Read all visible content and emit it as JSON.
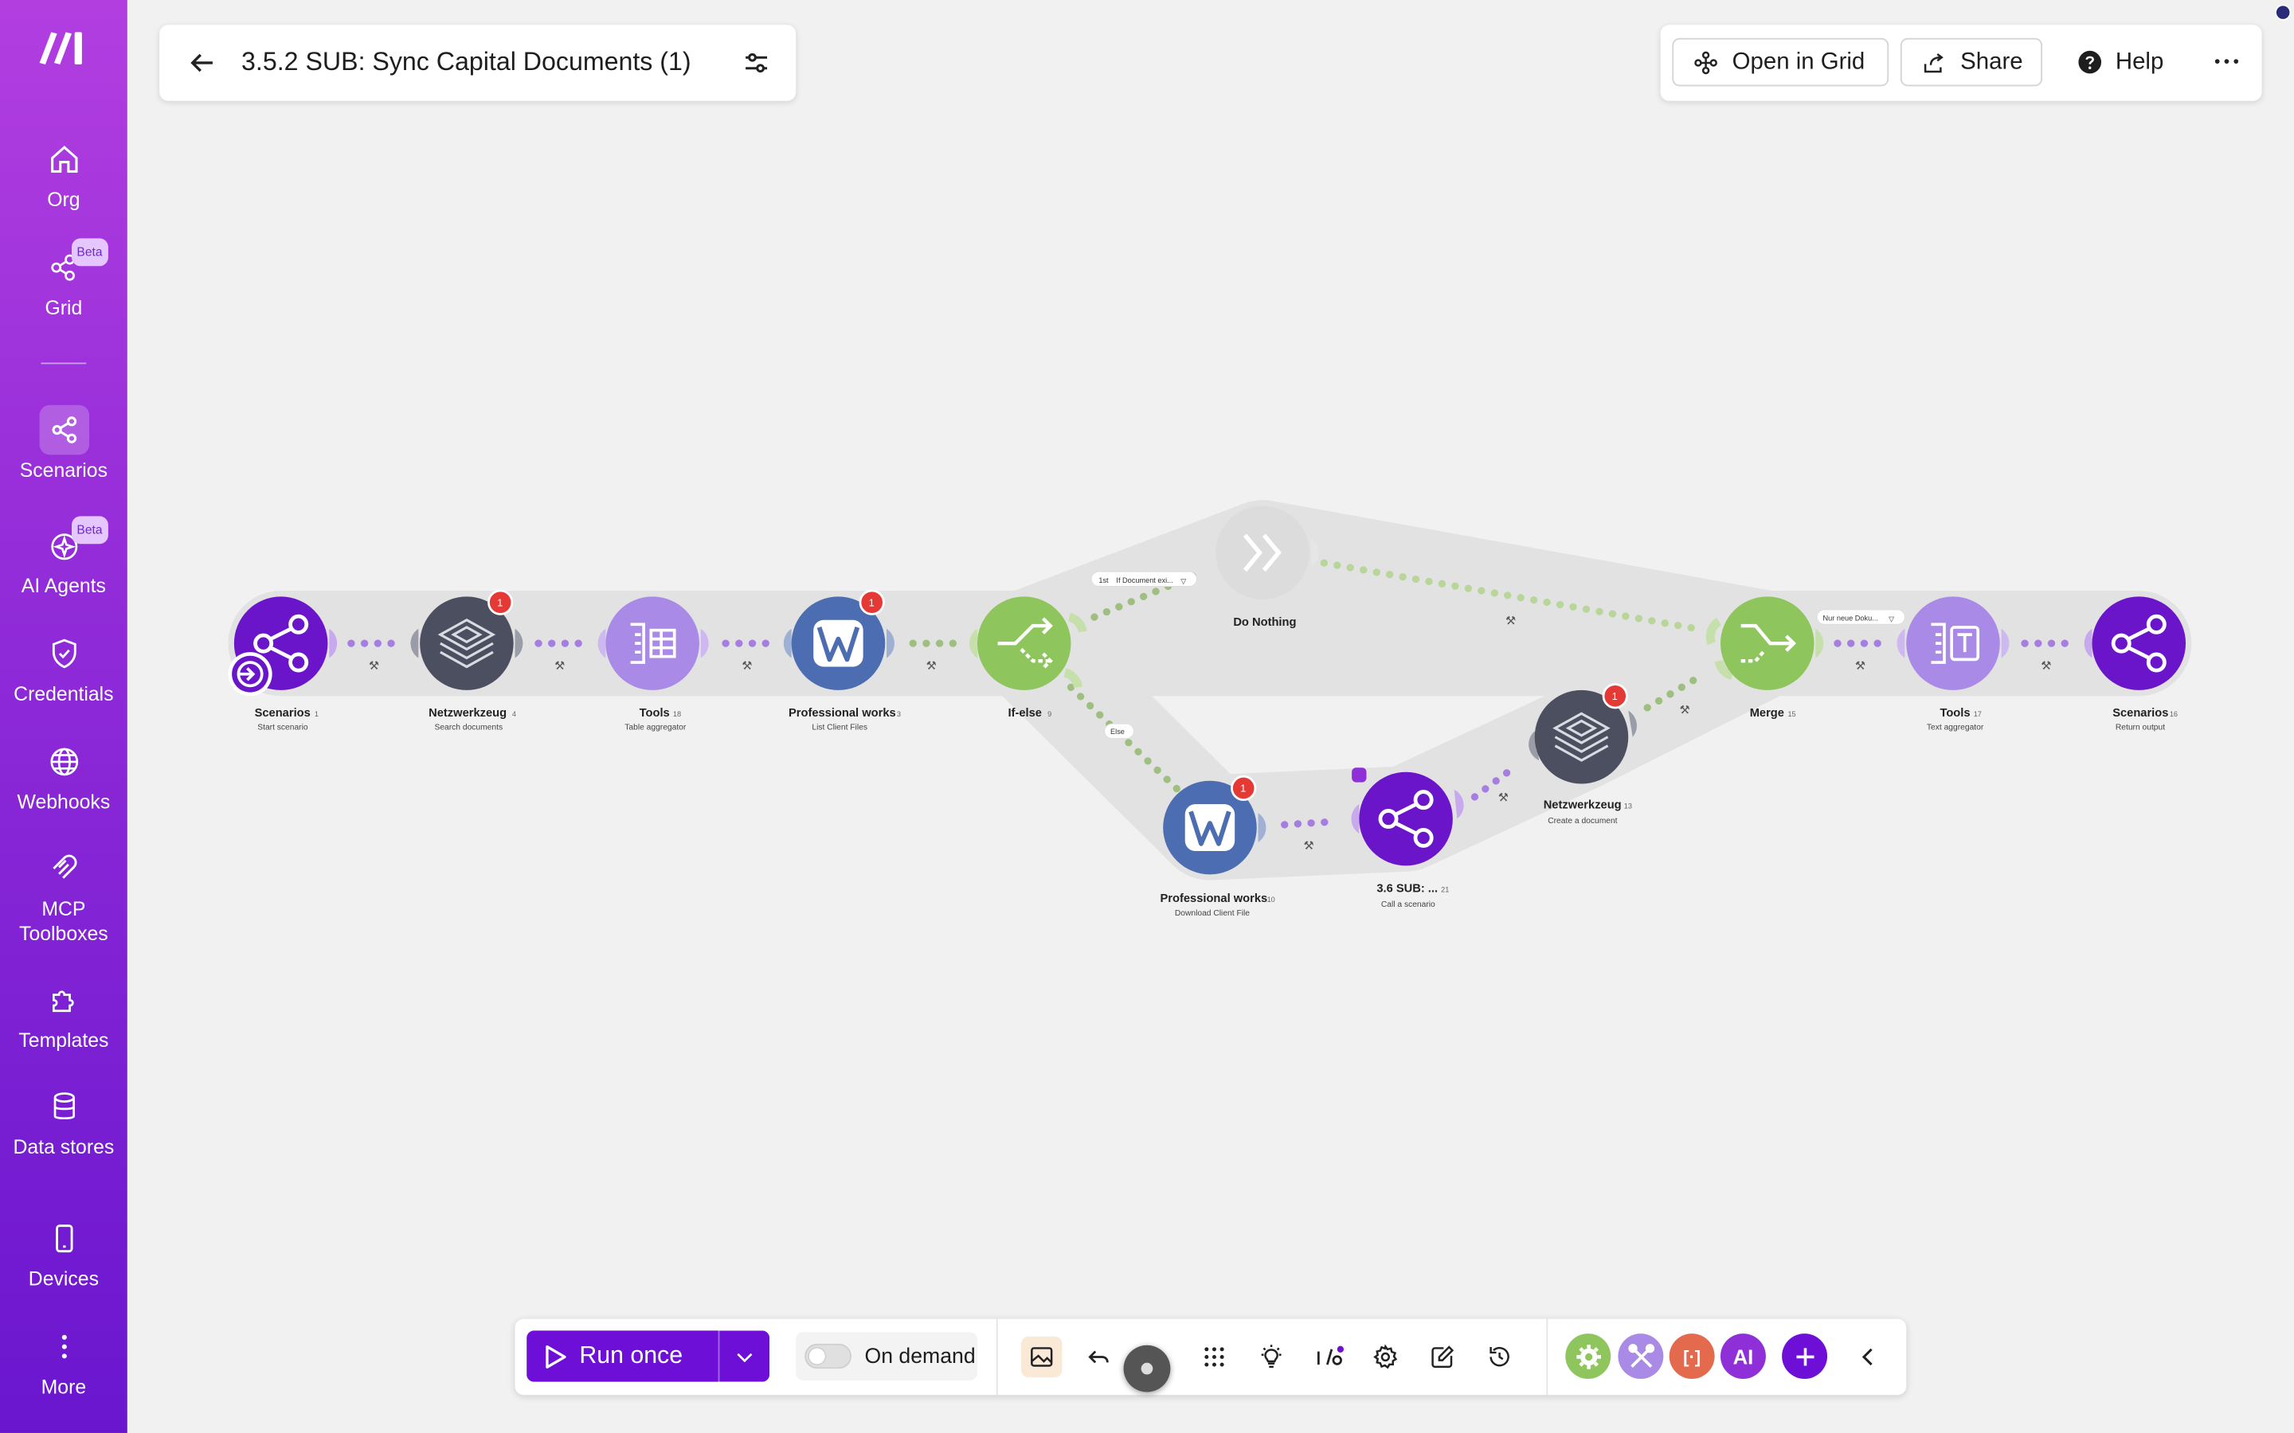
{
  "colors": {
    "sidebar_top": "#b23ee0",
    "sidebar_bottom": "#6a16cf",
    "run_button": "#6d0fd6",
    "scenario_node": "#6a15c9",
    "netzwerkzeug_node": "#4c4f5f",
    "tools_node": "#a98ae6",
    "professional_node": "#4c6db1",
    "router_node": "#8fc55d",
    "do_nothing_node": "#dcdcdc",
    "badge": "#e53935"
  },
  "sidebar": {
    "items": [
      {
        "label": "Org",
        "icon": "home-icon"
      },
      {
        "label": "Grid",
        "icon": "grid-network-icon",
        "badge": "Beta"
      },
      {
        "label": "Scenarios",
        "icon": "share-icon",
        "active": true
      },
      {
        "label": "AI Agents",
        "icon": "sparkle-icon",
        "badge": "Beta"
      },
      {
        "label": "Credentials",
        "icon": "shield-check-icon"
      },
      {
        "label": "Webhooks",
        "icon": "globe-icon"
      },
      {
        "label": "MCP Toolboxes",
        "icon": "mcp-icon"
      },
      {
        "label": "Templates",
        "icon": "puzzle-icon"
      },
      {
        "label": "Data stores",
        "icon": "database-icon"
      },
      {
        "label": "Devices",
        "icon": "phone-icon"
      },
      {
        "label": "More",
        "icon": "more-vertical-icon"
      }
    ]
  },
  "header": {
    "title": "3.5.2 SUB: Sync Capital Documents (1)",
    "open_in_grid": "Open in Grid",
    "share": "Share",
    "help": "Help"
  },
  "nodes": [
    {
      "label": "Scenarios",
      "num": "1",
      "sub": "Start scenario",
      "icon": "share-icon",
      "color": "#6a15c9"
    },
    {
      "label": "Netzwerkzeug",
      "num": "4",
      "sub": "Search documents",
      "icon": "layers-icon",
      "color": "#4c4f5f",
      "badge": "1"
    },
    {
      "label": "Tools",
      "num": "18",
      "sub": "Table aggregator",
      "icon": "table-aggregator-icon",
      "color": "#a98ae6"
    },
    {
      "label": "Professional works",
      "num": "3",
      "sub": "List Client Files",
      "icon": "pw-logo-icon",
      "color": "#4c6db1",
      "badge": "1"
    },
    {
      "label": "If-else",
      "num": "9",
      "sub": "",
      "icon": "if-else-icon",
      "color": "#8fc55d"
    },
    {
      "label": "Do Nothing",
      "num": "",
      "sub": "",
      "icon": "double-chevron-icon",
      "color": "#dcdcdc"
    },
    {
      "label": "Professional works",
      "num": "10",
      "sub": "Download Client File",
      "icon": "pw-logo-icon",
      "color": "#4c6db1",
      "badge": "1"
    },
    {
      "label": "3.6 SUB: ...",
      "num": "21",
      "sub": "Call a scenario",
      "icon": "share-icon",
      "color": "#6a15c9"
    },
    {
      "label": "Netzwerkzeug",
      "num": "13",
      "sub": "Create a document",
      "icon": "layers-icon",
      "color": "#4c4f5f",
      "badge": "1"
    },
    {
      "label": "Merge",
      "num": "15",
      "sub": "",
      "icon": "merge-icon",
      "color": "#8fc55d"
    },
    {
      "label": "Tools",
      "num": "17",
      "sub": "Text aggregator",
      "icon": "text-aggregator-icon",
      "color": "#a98ae6"
    },
    {
      "label": "Scenarios",
      "num": "16",
      "sub": "Return output",
      "icon": "share-icon",
      "color": "#6a15c9"
    }
  ],
  "route_labels": {
    "if_condition": "If Document exi...",
    "if_tag": "1st",
    "else_tag": "Else",
    "merge_condition": "Nur neue Doku..."
  },
  "toolbar": {
    "run_once": "Run once",
    "on_demand": "On demand",
    "tools": [
      "image-icon",
      "undo-icon",
      "redo-icon",
      "dots-grid-icon",
      "lightbulb-icon",
      "io-icon",
      "gear-icon",
      "edit-icon",
      "history-icon"
    ],
    "app_bubbles": [
      {
        "icon": "gear-icon",
        "color": "#8fc55d"
      },
      {
        "icon": "tools-icon",
        "color": "#a98ae6"
      },
      {
        "text": "[·]",
        "color": "#e46a4e"
      },
      {
        "text": "AI",
        "color": "#8e2fd8"
      }
    ]
  }
}
